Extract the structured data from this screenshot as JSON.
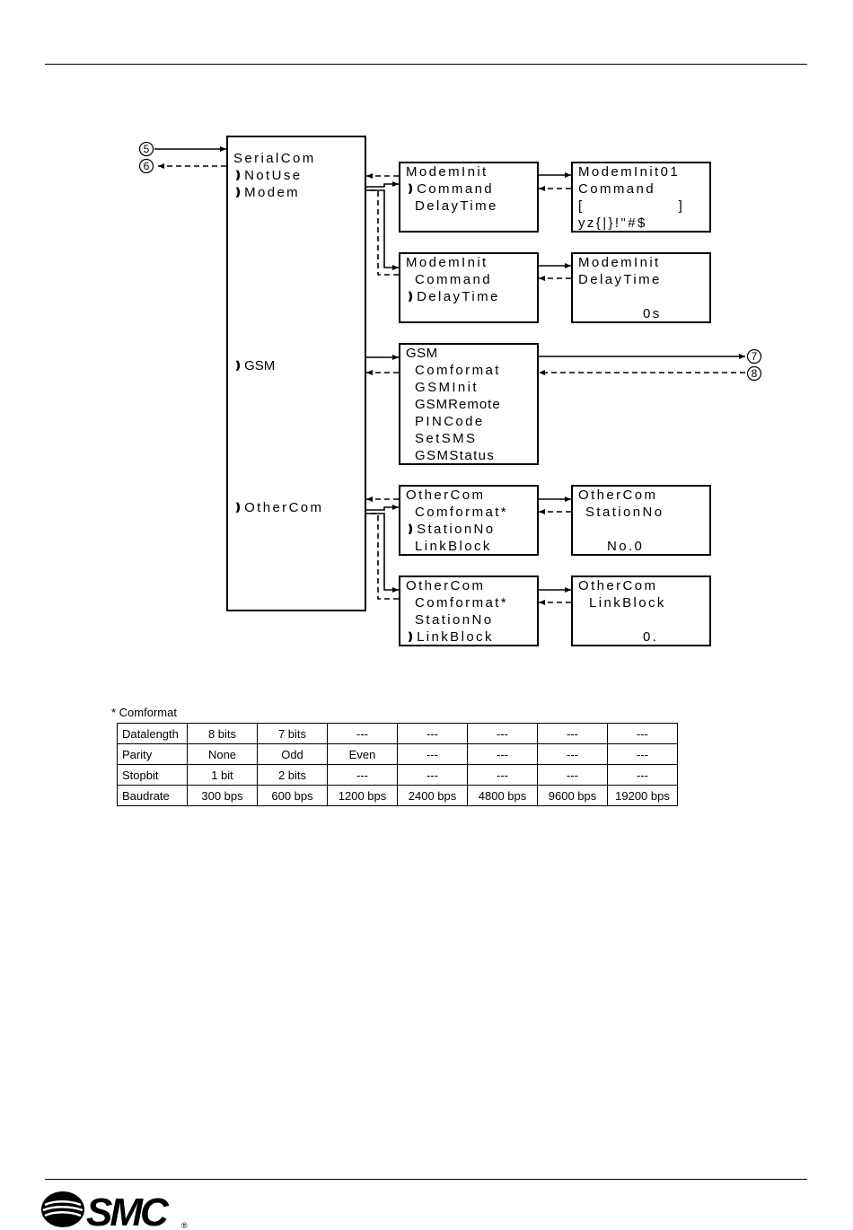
{
  "menu": {
    "serial": [
      "SerialCom",
      "NotUse",
      "Modem"
    ],
    "serial_gsm": "GSM",
    "serial_other": "OtherCom",
    "modem_init_a": [
      "ModemInit",
      "Command",
      "DelayTime"
    ],
    "modem_init_01": [
      "ModemInit01",
      "Command",
      "[                ]",
      "yz{|}!\"#$"
    ],
    "modem_init_b": [
      "ModemInit",
      "Command",
      "DelayTime"
    ],
    "modem_delay": [
      "ModemInit",
      "DelayTime",
      "0s"
    ],
    "gsm": [
      "GSM",
      "Comformat",
      "GSMInit",
      "GSMRemote",
      "PINCode",
      "SetSMS",
      "GSMStatus"
    ],
    "other_a": [
      "OtherCom",
      "Comformat*",
      "StationNo",
      "LinkBlock"
    ],
    "other_station": [
      "OtherCom",
      "StationNo",
      "No.0"
    ],
    "other_b": [
      "OtherCom",
      "Comformat*",
      "StationNo",
      "LinkBlock"
    ],
    "other_link": [
      "OtherCom",
      "LinkBlock",
      "0."
    ],
    "pointer_glyph": "❫"
  },
  "connectors": [
    "5",
    "6",
    "7",
    "8"
  ],
  "comformat": {
    "note": "* Comformat",
    "rows": [
      [
        "Datalength",
        "8 bits",
        "7 bits",
        "---",
        "---",
        "---",
        "---",
        "---"
      ],
      [
        "Parity",
        "None",
        "Odd",
        "Even",
        "---",
        "---",
        "---",
        "---"
      ],
      [
        "Stopbit",
        "1 bit",
        "2 bits",
        "---",
        "---",
        "---",
        "---",
        "---"
      ],
      [
        "Baudrate",
        "300 bps",
        "600 bps",
        "1200 bps",
        "2400 bps",
        "4800 bps",
        "9600 bps",
        "19200 bps"
      ]
    ]
  },
  "logo": {
    "text": "SMC",
    "mark": "®"
  }
}
